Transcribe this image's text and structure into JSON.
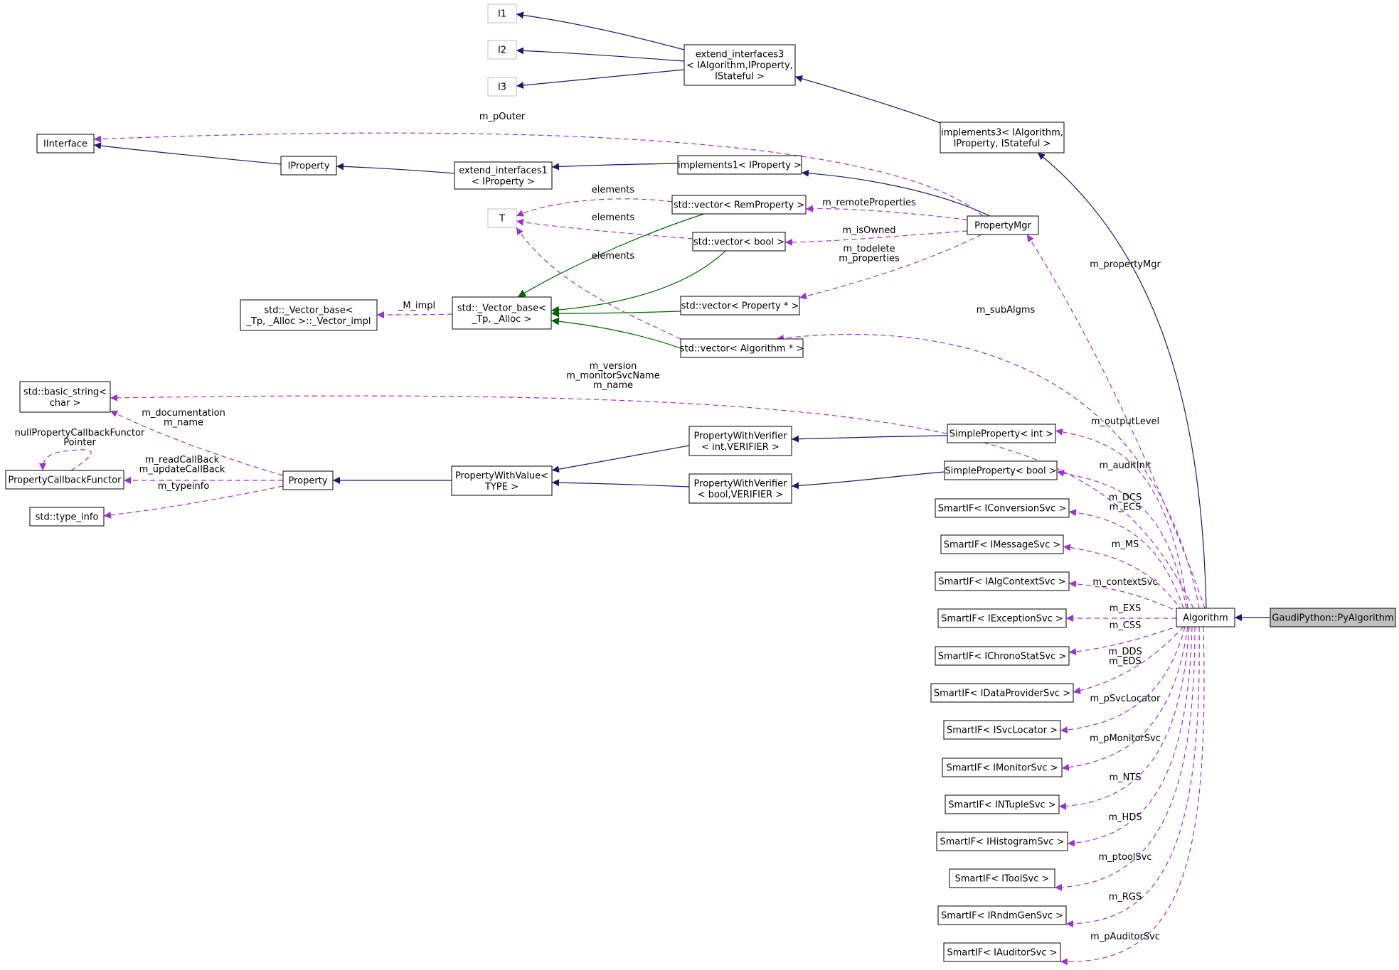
{
  "nodes": {
    "I1": {
      "label": [
        "I1"
      ],
      "style": "grey"
    },
    "I2": {
      "label": [
        "I2"
      ],
      "style": "grey"
    },
    "I3": {
      "label": [
        "I3"
      ],
      "style": "grey"
    },
    "T": {
      "label": [
        "T"
      ],
      "style": "grey"
    },
    "extend_interfaces3": {
      "label": [
        "extend_interfaces3",
        "< IAlgorithm,IProperty,",
        "IStateful >"
      ],
      "style": "normal"
    },
    "implements3": {
      "label": [
        "implements3< IAlgorithm,",
        "IProperty, IStateful >"
      ],
      "style": "normal"
    },
    "IInterface": {
      "label": [
        "IInterface"
      ],
      "style": "normal"
    },
    "IProperty": {
      "label": [
        "IProperty"
      ],
      "style": "normal"
    },
    "extend_interfaces1": {
      "label": [
        "extend_interfaces1",
        "< IProperty >"
      ],
      "style": "normal"
    },
    "implements1": {
      "label": [
        "implements1< IProperty >"
      ],
      "style": "normal"
    },
    "vec_RemProperty": {
      "label": [
        "std::vector< RemProperty >"
      ],
      "style": "normal"
    },
    "vec_bool": {
      "label": [
        "std::vector< bool >"
      ],
      "style": "normal"
    },
    "PropertyMgr": {
      "label": [
        "PropertyMgr"
      ],
      "style": "normal"
    },
    "vector_impl": {
      "label": [
        "std::_Vector_base<",
        "_Tp, _Alloc >::_Vector_impl"
      ],
      "style": "normal"
    },
    "vector_base": {
      "label": [
        "std::_Vector_base<",
        "_Tp, _Alloc >"
      ],
      "style": "normal"
    },
    "vec_Property": {
      "label": [
        "std::vector< Property * >"
      ],
      "style": "normal"
    },
    "vec_Algorithm": {
      "label": [
        "std::vector< Algorithm * >"
      ],
      "style": "normal"
    },
    "basic_string": {
      "label": [
        "std::basic_string<",
        "char >"
      ],
      "style": "normal"
    },
    "PropertyCallbackFunctor": {
      "label": [
        "PropertyCallbackFunctor"
      ],
      "style": "normal"
    },
    "type_info": {
      "label": [
        "std::type_info"
      ],
      "style": "normal"
    },
    "Property": {
      "label": [
        "Property"
      ],
      "style": "normal"
    },
    "PropertyWithValue": {
      "label": [
        "PropertyWithValue<",
        "TYPE >"
      ],
      "style": "normal"
    },
    "PWV_int": {
      "label": [
        "PropertyWithVerifier",
        "< int,VERIFIER >"
      ],
      "style": "normal"
    },
    "PWV_bool": {
      "label": [
        "PropertyWithVerifier",
        "< bool,VERIFIER >"
      ],
      "style": "normal"
    },
    "SimpleProperty_int": {
      "label": [
        "SimpleProperty< int >"
      ],
      "style": "normal"
    },
    "SimpleProperty_bool": {
      "label": [
        "SimpleProperty< bool >"
      ],
      "style": "normal"
    },
    "SI_IConversionSvc": {
      "label": [
        "SmartIF< IConversionSvc >"
      ],
      "style": "normal"
    },
    "SI_IMessageSvc": {
      "label": [
        "SmartIF< IMessageSvc >"
      ],
      "style": "normal"
    },
    "SI_IAlgContextSvc": {
      "label": [
        "SmartIF< IAlgContextSvc >"
      ],
      "style": "normal"
    },
    "SI_IExceptionSvc": {
      "label": [
        "SmartIF< IExceptionSvc >"
      ],
      "style": "normal"
    },
    "SI_IChronoStatSvc": {
      "label": [
        "SmartIF< IChronoStatSvc >"
      ],
      "style": "normal"
    },
    "SI_IDataProviderSvc": {
      "label": [
        "SmartIF< IDataProviderSvc >"
      ],
      "style": "normal"
    },
    "SI_ISvcLocator": {
      "label": [
        "SmartIF< ISvcLocator >"
      ],
      "style": "normal"
    },
    "SI_IMonitorSvc": {
      "label": [
        "SmartIF< IMonitorSvc >"
      ],
      "style": "normal"
    },
    "SI_INTupleSvc": {
      "label": [
        "SmartIF< INTupleSvc >"
      ],
      "style": "normal"
    },
    "SI_IHistogramSvc": {
      "label": [
        "SmartIF< IHistogramSvc >"
      ],
      "style": "normal"
    },
    "SI_IToolSvc": {
      "label": [
        "SmartIF< IToolSvc >"
      ],
      "style": "normal"
    },
    "SI_IRndmGenSvc": {
      "label": [
        "SmartIF< IRndmGenSvc >"
      ],
      "style": "normal"
    },
    "SI_IAuditorSvc": {
      "label": [
        "SmartIF< IAuditorSvc >"
      ],
      "style": "normal"
    },
    "Algorithm": {
      "label": [
        "Algorithm"
      ],
      "style": "normal"
    },
    "PyAlgorithm": {
      "label": [
        "GaudiPython::PyAlgorithm"
      ],
      "style": "highlight"
    }
  },
  "edge_labels": {
    "m_pOuter": [
      "m_pOuter"
    ],
    "elements_rem": [
      "elements"
    ],
    "elements_bool": [
      "elements"
    ],
    "elements_alg": [
      "elements"
    ],
    "m_remoteProperties": [
      "m_remoteProperties"
    ],
    "m_isOwned": [
      "m_isOwned"
    ],
    "m_todelete": [
      "m_todelete",
      "m_properties"
    ],
    "m_propertyMgr": [
      "m_propertyMgr"
    ],
    "m_subAlgms": [
      "m_subAlgms"
    ],
    "M_impl": [
      "_M_impl"
    ],
    "strings": [
      "m_version",
      "m_monitorSvcName",
      "m_name"
    ],
    "prop_strings": [
      "m_documentation",
      "m_name"
    ],
    "nullPtr": [
      "nullPropertyCallbackFunctor",
      "Pointer"
    ],
    "callbacks": [
      "m_readCallBack",
      "m_updateCallBack"
    ],
    "m_typeinfo": [
      "m_typeinfo"
    ],
    "m_outputLevel": [
      "m_outputLevel"
    ],
    "m_auditInit": [
      "m_auditInit"
    ],
    "m_DCS": [
      "m_DCS",
      "m_ECS"
    ],
    "m_MS": [
      "m_MS"
    ],
    "m_contextSvc": [
      "m_contextSvc"
    ],
    "m_EXS": [
      "m_EXS"
    ],
    "m_CSS": [
      "m_CSS"
    ],
    "m_DDS": [
      "m_DDS",
      "m_EDS"
    ],
    "m_pSvcLocator": [
      "m_pSvcLocator"
    ],
    "m_pMonitorSvc": [
      "m_pMonitorSvc"
    ],
    "m_NTS": [
      "m_NTS"
    ],
    "m_HDS": [
      "m_HDS"
    ],
    "m_ptoolSvc": [
      "m_ptoolSvc"
    ],
    "m_RGS": [
      "m_RGS"
    ],
    "m_pAuditorSvc": [
      "m_pAuditorSvc"
    ]
  },
  "colors": {
    "inheritance": "#191970",
    "template": "#006400",
    "usage": "#9a32cd",
    "box_border": "#000000",
    "box_border_grey": "#bfbfbf",
    "highlight_fill": "#bfbfbf"
  }
}
